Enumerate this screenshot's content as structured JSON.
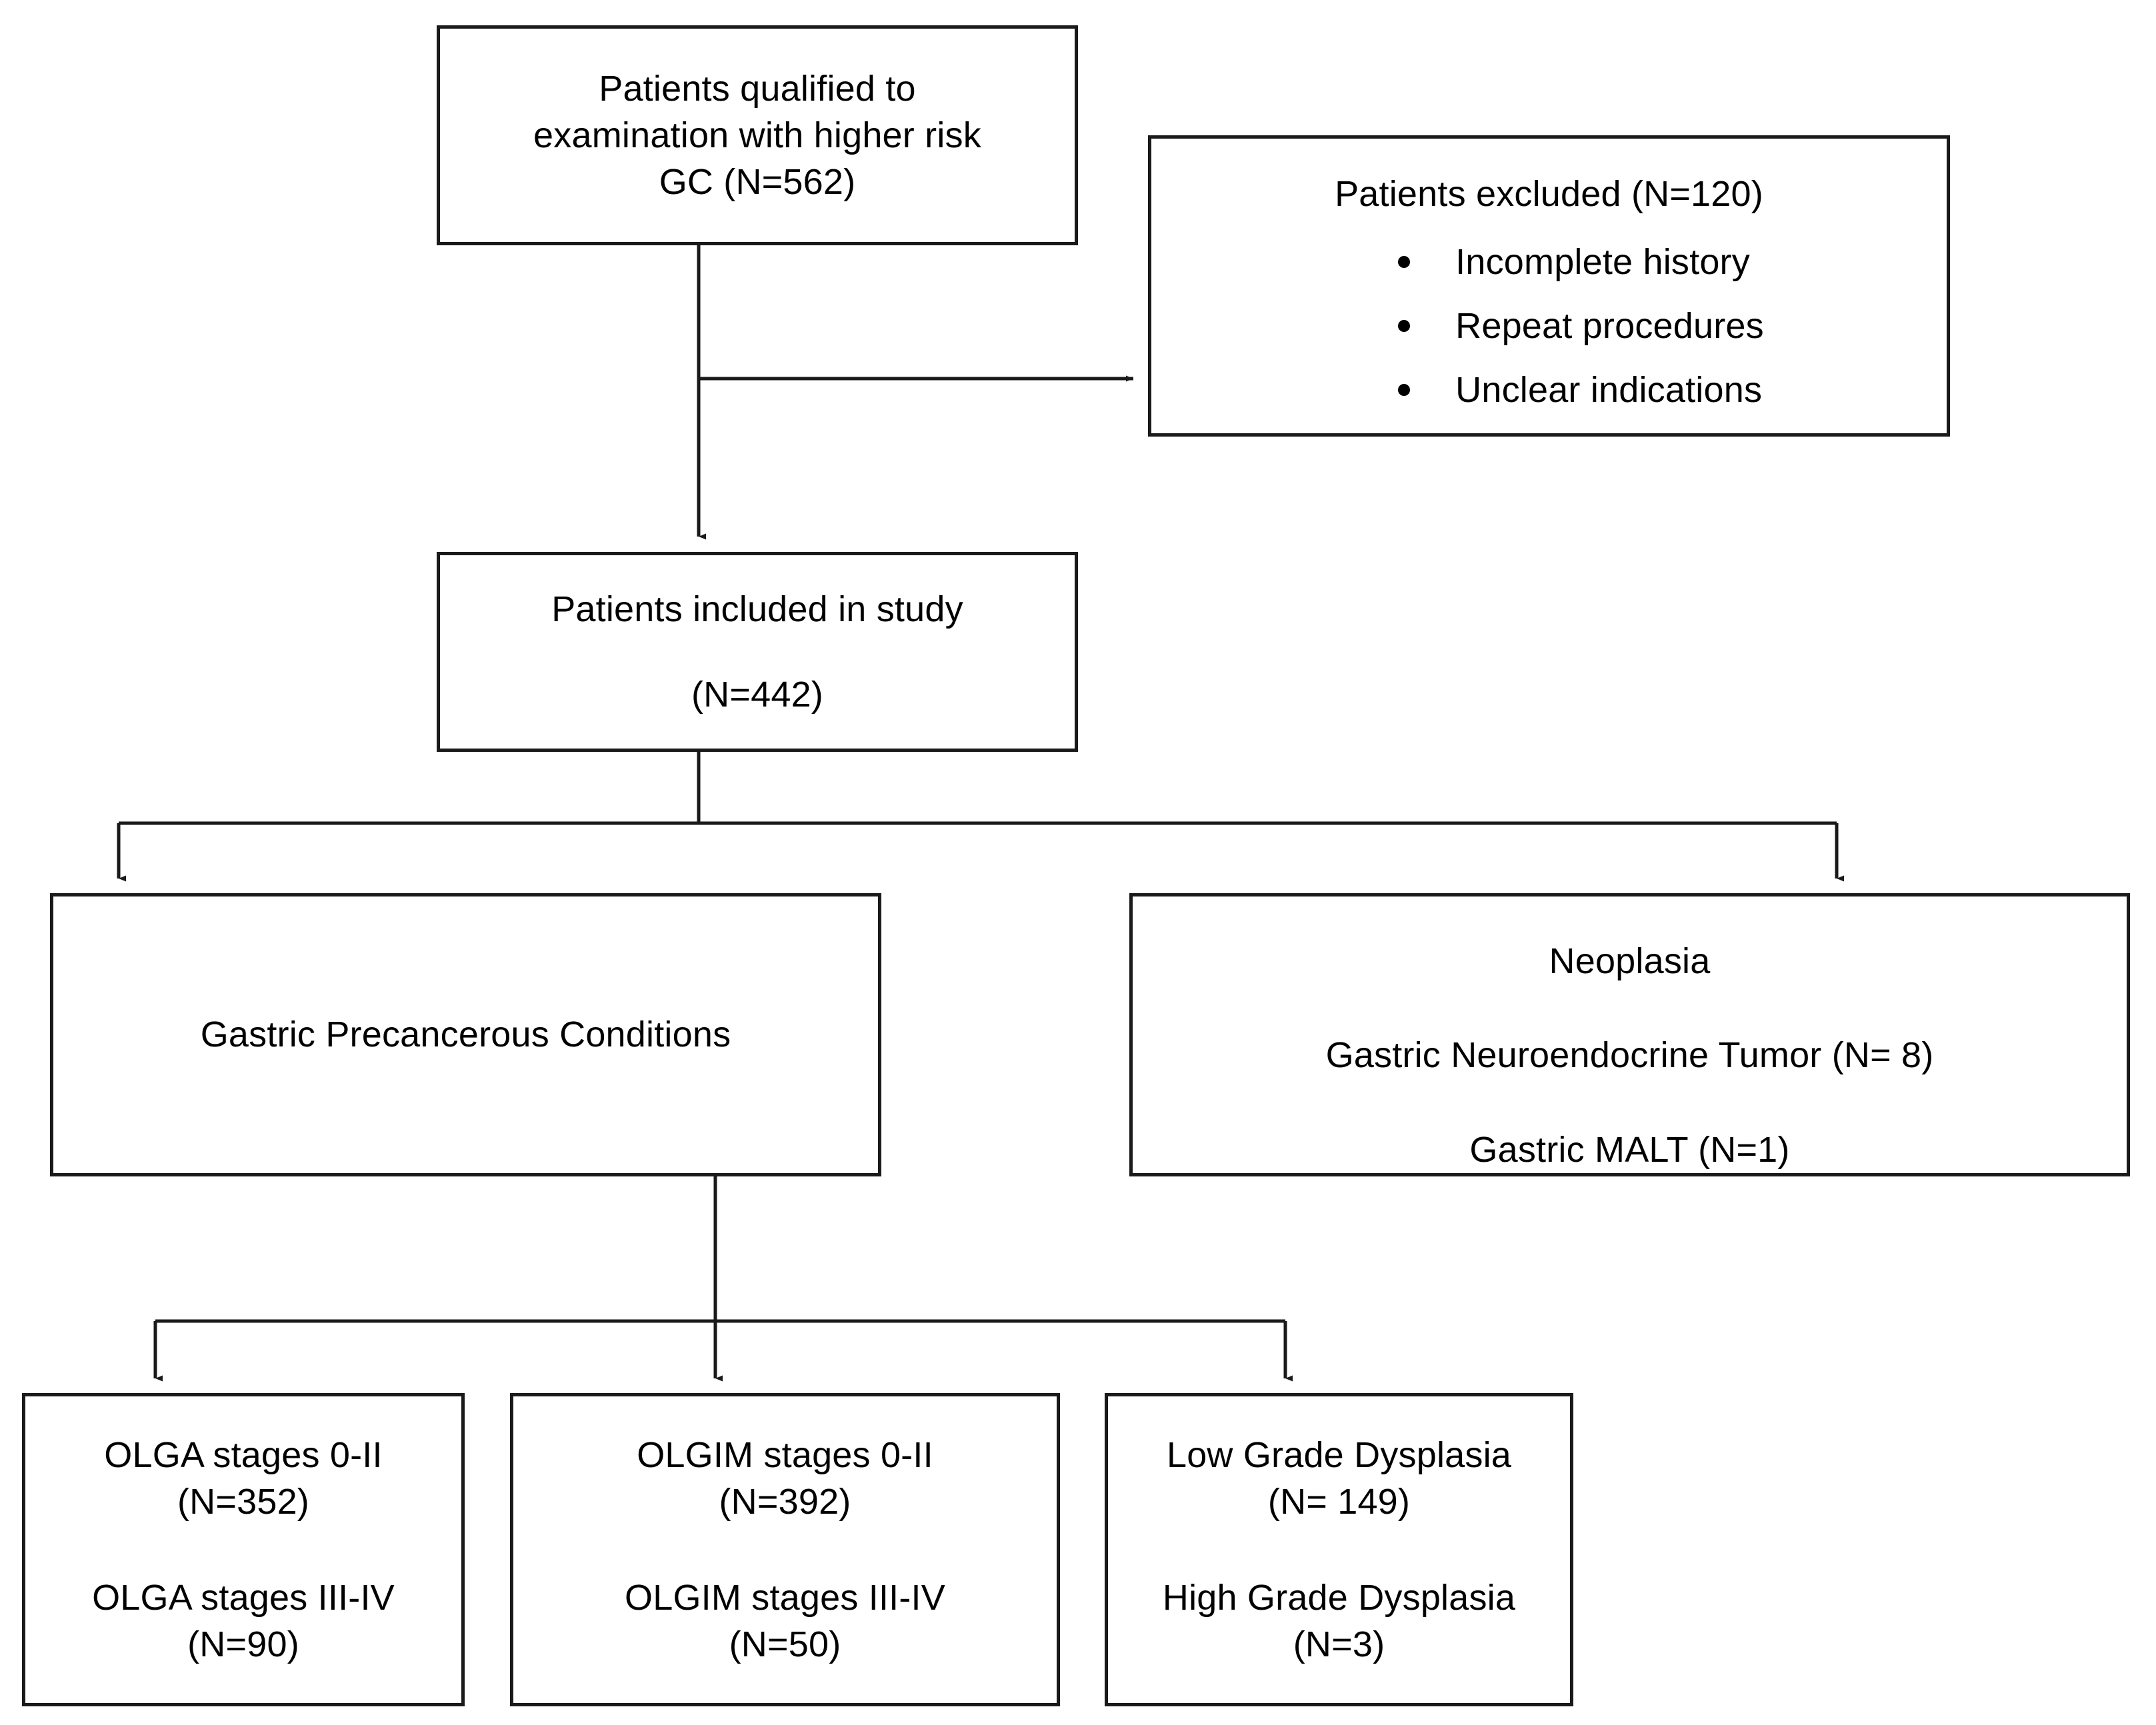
{
  "diagram": {
    "type": "study-flow-diagram",
    "title": "Patient selection flowchart",
    "line_color": "#1a1a1a",
    "background": "#ffffff"
  },
  "nodes": {
    "qualified": {
      "lines": [
        "Patients qualified to",
        "examination with higher risk",
        "GC  (N=562)"
      ],
      "count": 562
    },
    "excluded": {
      "title": "Patients excluded (N=120)",
      "count": 120,
      "reasons": [
        "Incomplete history",
        "Repeat procedures",
        "Unclear indications"
      ]
    },
    "included": {
      "line1": "Patients included in study",
      "line2": "(N=442)",
      "count": 442
    },
    "precancerous": {
      "label": "Gastric Precancerous Conditions"
    },
    "neoplasia": {
      "title": "Neoplasia",
      "line1": "Gastric Neuroendocrine Tumor (N= 8)",
      "line2": "Gastric MALT (N=1)",
      "net_count": 8,
      "malt_count": 1
    },
    "olga": {
      "line1": "OLGA stages 0-II",
      "line2": "(N=352)",
      "line3": "OLGA stages III-IV",
      "line4": "(N=90)",
      "low_count": 352,
      "high_count": 90
    },
    "olgim": {
      "line1": "OLGIM stages 0-II",
      "line2": "(N=392)",
      "line3": "OLGIM stages III-IV",
      "line4": "(N=50)",
      "low_count": 392,
      "high_count": 50
    },
    "dysplasia": {
      "line1": "Low Grade Dysplasia",
      "line2": "(N= 149)",
      "line3": "High Grade Dysplasia",
      "line4": "(N=3)",
      "low_count": 149,
      "high_count": 3
    }
  },
  "connectors": [
    {
      "from": "qualified",
      "to": "excluded",
      "style": "elbow-right-arrow"
    },
    {
      "from": "qualified",
      "to": "included",
      "style": "straight-down-arrow"
    },
    {
      "from": "included",
      "to": "precancerous",
      "style": "split-down-arrow"
    },
    {
      "from": "included",
      "to": "neoplasia",
      "style": "split-down-arrow"
    },
    {
      "from": "precancerous",
      "to": "olga",
      "style": "split-down-arrow"
    },
    {
      "from": "precancerous",
      "to": "olgim",
      "style": "split-down-arrow"
    },
    {
      "from": "precancerous",
      "to": "dysplasia",
      "style": "split-down-arrow"
    }
  ]
}
